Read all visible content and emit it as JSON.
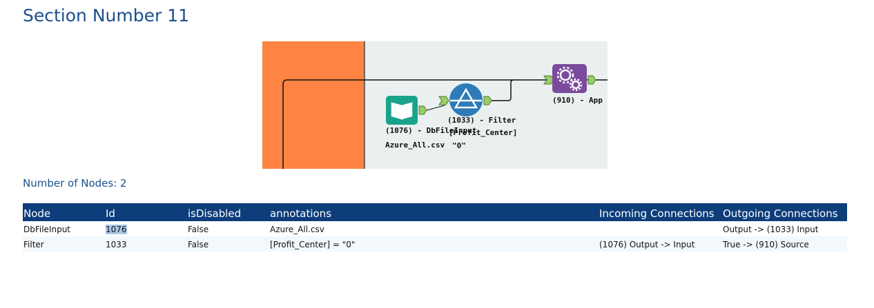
{
  "section": {
    "title": "Section Number 11"
  },
  "workflow": {
    "colors": {
      "container": "#ff8342",
      "canvas": "#e9f0ef",
      "input_tool": "#1aa38b",
      "filter_tool": "#2d7bb8",
      "app_tool": "#7b4a9c",
      "connector": "#9acd6a"
    },
    "nodes": [
      {
        "label": "(1076) - DbFileInput",
        "annotation": "Azure_All.csv",
        "icon": "book-icon"
      },
      {
        "label": "(1033) - Filter",
        "annotation": "[Profit_Center]",
        "annotation2": "\"0\"",
        "icon": "filter-triangle-icon"
      },
      {
        "label": "(910) - App",
        "icon": "gears-icon"
      }
    ]
  },
  "summary": {
    "node_count_text": "Number of Nodes: 2"
  },
  "table": {
    "headers": [
      "Node",
      "Id",
      "isDisabled",
      "annotations",
      "Incoming Connections",
      "Outgoing Connections"
    ],
    "rows": [
      [
        "DbFileInput",
        "1076",
        "False",
        "Azure_All.csv",
        "",
        "Output -> (1033) Input"
      ],
      [
        "Filter",
        "1033",
        "False",
        "[Profit_Center] = \"0\"",
        "(1076) Output -> Input",
        "True -> (910) Source"
      ]
    ]
  }
}
